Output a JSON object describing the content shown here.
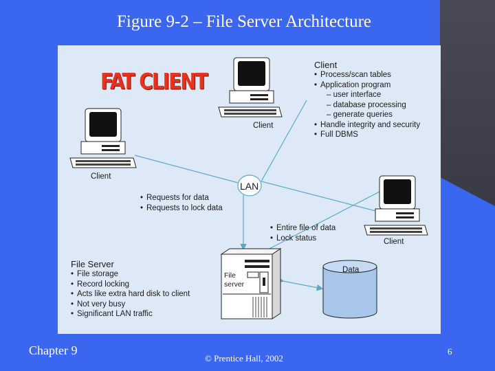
{
  "slide": {
    "title": "Figure 9-2 – File Server Architecture",
    "footer_left": "Chapter 9",
    "footer_center": "© Prentice Hall, 2002",
    "page_number": "6"
  },
  "diagram": {
    "fat_client_label": "FAT CLIENT",
    "lan_label": "LAN",
    "client_label_left": "Client",
    "client_label_top": "Client",
    "client_label_right": "Client",
    "client_box": {
      "heading": "Client",
      "items": [
        {
          "text": "Process/scan tables",
          "level": 0
        },
        {
          "text": "Application program",
          "level": 0
        },
        {
          "text": "– user interface",
          "level": 1
        },
        {
          "text": "– database processing",
          "level": 1
        },
        {
          "text": "– generate queries",
          "level": 1
        },
        {
          "text": "Handle integrity and security",
          "level": 0
        },
        {
          "text": "Full DBMS",
          "level": 0
        }
      ]
    },
    "requests": [
      "Requests for data",
      "Requests to lock data"
    ],
    "responses": [
      "Entire file of data",
      "Lock status"
    ],
    "file_server_box": {
      "heading": "File Server",
      "items": [
        "File storage",
        "Record locking",
        "Acts like extra hard disk to client",
        "Not very busy",
        "Significant LAN traffic"
      ]
    },
    "server_label_line1": "File",
    "server_label_line2": "server",
    "data_label": "Data",
    "colors": {
      "panel_bg": "#dde9f7",
      "connector": "#5aa8c8",
      "fat_client": "#e8321e",
      "slide_bg": "#3a66f0"
    }
  }
}
